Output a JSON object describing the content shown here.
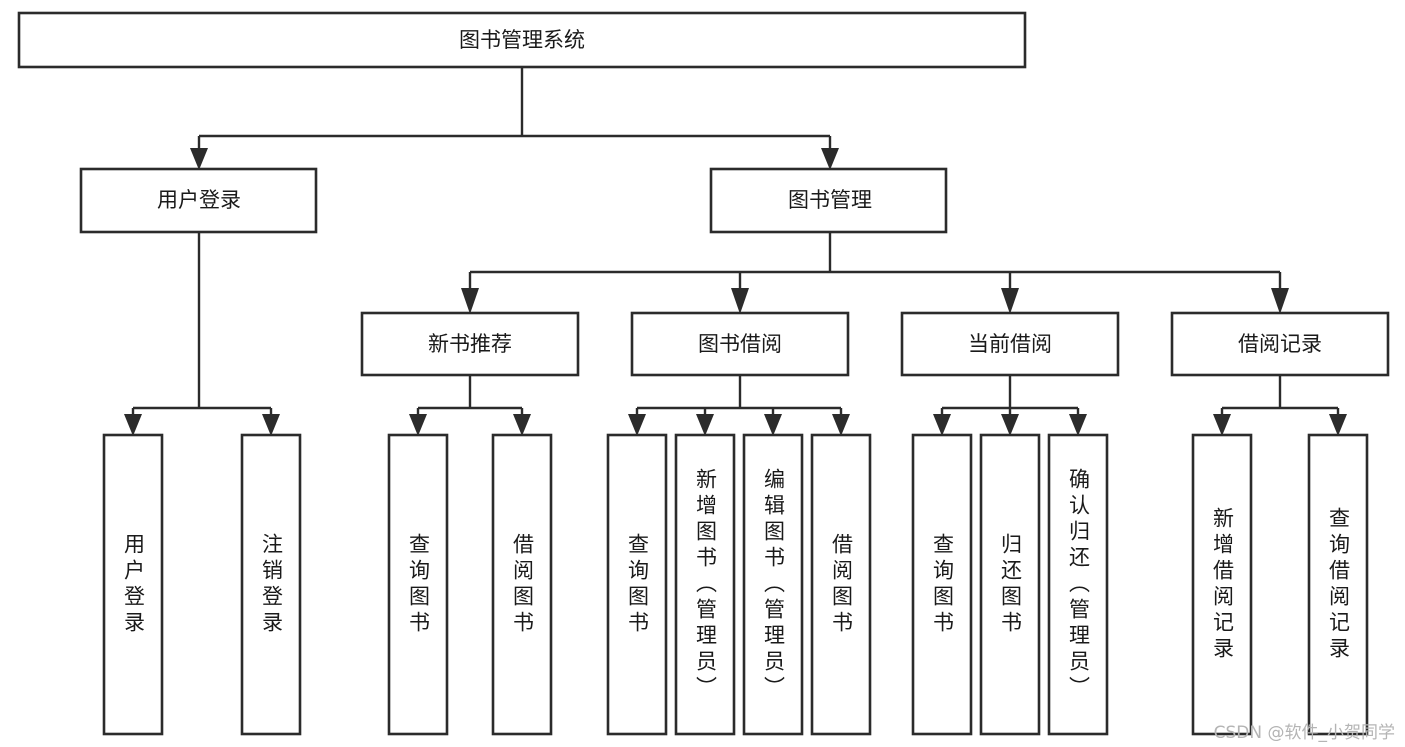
{
  "diagram": {
    "title": "图书管理系统",
    "type": "hierarchy-tree",
    "levels": 4,
    "root": {
      "id": "root",
      "label": "图书管理系统",
      "orientation": "horizontal"
    },
    "level2": [
      {
        "id": "user-login",
        "label": "用户登录",
        "orientation": "horizontal"
      },
      {
        "id": "book-management",
        "label": "图书管理",
        "orientation": "horizontal"
      }
    ],
    "level3": [
      {
        "id": "new-book-recommend",
        "label": "新书推荐",
        "orientation": "horizontal",
        "parent": "book-management"
      },
      {
        "id": "book-borrow",
        "label": "图书借阅",
        "orientation": "horizontal",
        "parent": "book-management"
      },
      {
        "id": "current-borrow",
        "label": "当前借阅",
        "orientation": "horizontal",
        "parent": "book-management"
      },
      {
        "id": "borrow-record",
        "label": "借阅记录",
        "orientation": "horizontal",
        "parent": "book-management"
      }
    ],
    "leaves": [
      {
        "id": "leaf-user-login",
        "label": "用户登录",
        "parent": "user-login",
        "orientation": "vertical"
      },
      {
        "id": "leaf-user-logout",
        "label": "注销登录",
        "parent": "user-login",
        "orientation": "vertical"
      },
      {
        "id": "leaf-query-book-1",
        "label": "查询图书",
        "parent": "new-book-recommend",
        "orientation": "vertical"
      },
      {
        "id": "leaf-borrow-book-1",
        "label": "借阅图书",
        "parent": "new-book-recommend",
        "orientation": "vertical"
      },
      {
        "id": "leaf-query-book-2",
        "label": "查询图书",
        "parent": "book-borrow",
        "orientation": "vertical"
      },
      {
        "id": "leaf-add-book",
        "label": "新增图书（管理员）",
        "parent": "book-borrow",
        "orientation": "vertical"
      },
      {
        "id": "leaf-edit-book",
        "label": "编辑图书（管理员）",
        "parent": "book-borrow",
        "orientation": "vertical"
      },
      {
        "id": "leaf-borrow-book-2",
        "label": "借阅图书",
        "parent": "book-borrow",
        "orientation": "vertical"
      },
      {
        "id": "leaf-query-book-3",
        "label": "查询图书",
        "parent": "current-borrow",
        "orientation": "vertical"
      },
      {
        "id": "leaf-return-book",
        "label": "归还图书",
        "parent": "current-borrow",
        "orientation": "vertical"
      },
      {
        "id": "leaf-confirm-return",
        "label": "确认归还（管理员）",
        "parent": "current-borrow",
        "orientation": "vertical"
      },
      {
        "id": "leaf-add-record",
        "label": "新增借阅记录",
        "parent": "borrow-record",
        "orientation": "vertical"
      },
      {
        "id": "leaf-query-record",
        "label": "查询借阅记录",
        "parent": "borrow-record",
        "orientation": "vertical"
      }
    ],
    "colors": {
      "stroke": "#2b2b2b",
      "fill": "#ffffff",
      "text": "#1a1a1a",
      "watermark": "#b4b4b4",
      "background": "#ffffff"
    }
  },
  "watermark": {
    "text": "CSDN @软件_小贺同学"
  }
}
